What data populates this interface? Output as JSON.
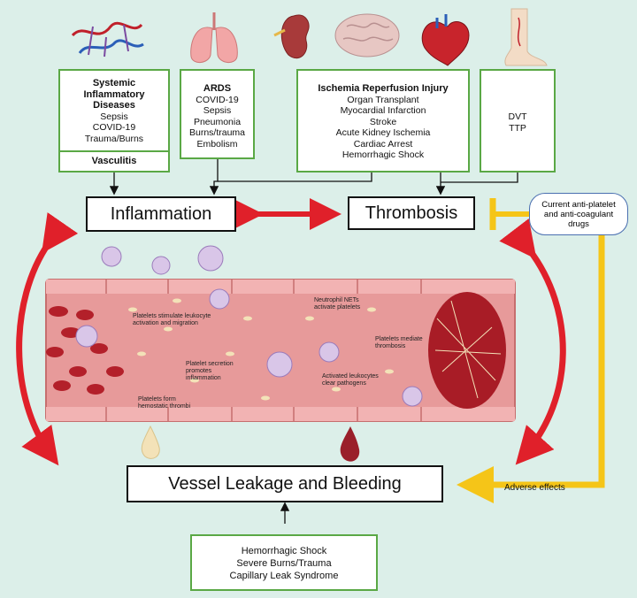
{
  "boxes": {
    "systemic": {
      "title_lines": [
        "Systemic",
        "Inflammatory",
        "Diseases"
      ],
      "items": [
        "Sepsis",
        "COVID-19",
        "Trauma/Burns"
      ],
      "footer": "Vasculitis"
    },
    "ards": {
      "title": "ARDS",
      "items": [
        "COVID-19",
        "Sepsis",
        "Pneumonia",
        "Burns/trauma",
        "Embolism"
      ]
    },
    "iri": {
      "title": "Ischemia Reperfusion Injury",
      "items": [
        "Organ Transplant",
        "Myocardial Infarction",
        "Stroke",
        "Acute Kidney Ischemia",
        "Cardiac Arrest",
        "Hemorrhagic Shock"
      ]
    },
    "dvt": {
      "items": [
        "DVT",
        "TTP"
      ]
    },
    "causes": {
      "items": [
        "Hemorrhagic Shock",
        "Severe Burns/Trauma",
        "Capillary Leak Syndrome"
      ]
    }
  },
  "central": {
    "inflammation": "Inflammation",
    "thrombosis": "Thrombosis",
    "leakage": "Vessel Leakage and Bleeding"
  },
  "drugs": {
    "lines": [
      "Current anti-platelet",
      "and anti-coagulant",
      "drugs"
    ]
  },
  "adverse": "Adverse effects",
  "vessel_labels": {
    "stimulate": [
      "Platelets stimulate leukocyte",
      "activation and migration"
    ],
    "nets": [
      "Neutrophil NETs",
      "activate platelets"
    ],
    "mediate": [
      "Platelets mediate",
      "thrombosis"
    ],
    "secretion": [
      "Platelet secretion",
      "promotes",
      "inflammation"
    ],
    "activated": [
      "Activated leukocytes",
      "clear pathogens"
    ],
    "hemostatic": [
      "Platelets form",
      "hemostatic thrombi"
    ]
  },
  "colors": {
    "green": "#5aa845",
    "red": "#e0202a",
    "yellow": "#f5c518",
    "vessel": "#e79a9a",
    "blood": "#b3202a"
  },
  "icons": [
    "blood-vessels-icon",
    "lungs-icon",
    "kidney-icon",
    "brain-icon",
    "heart-icon",
    "leg-icon"
  ]
}
